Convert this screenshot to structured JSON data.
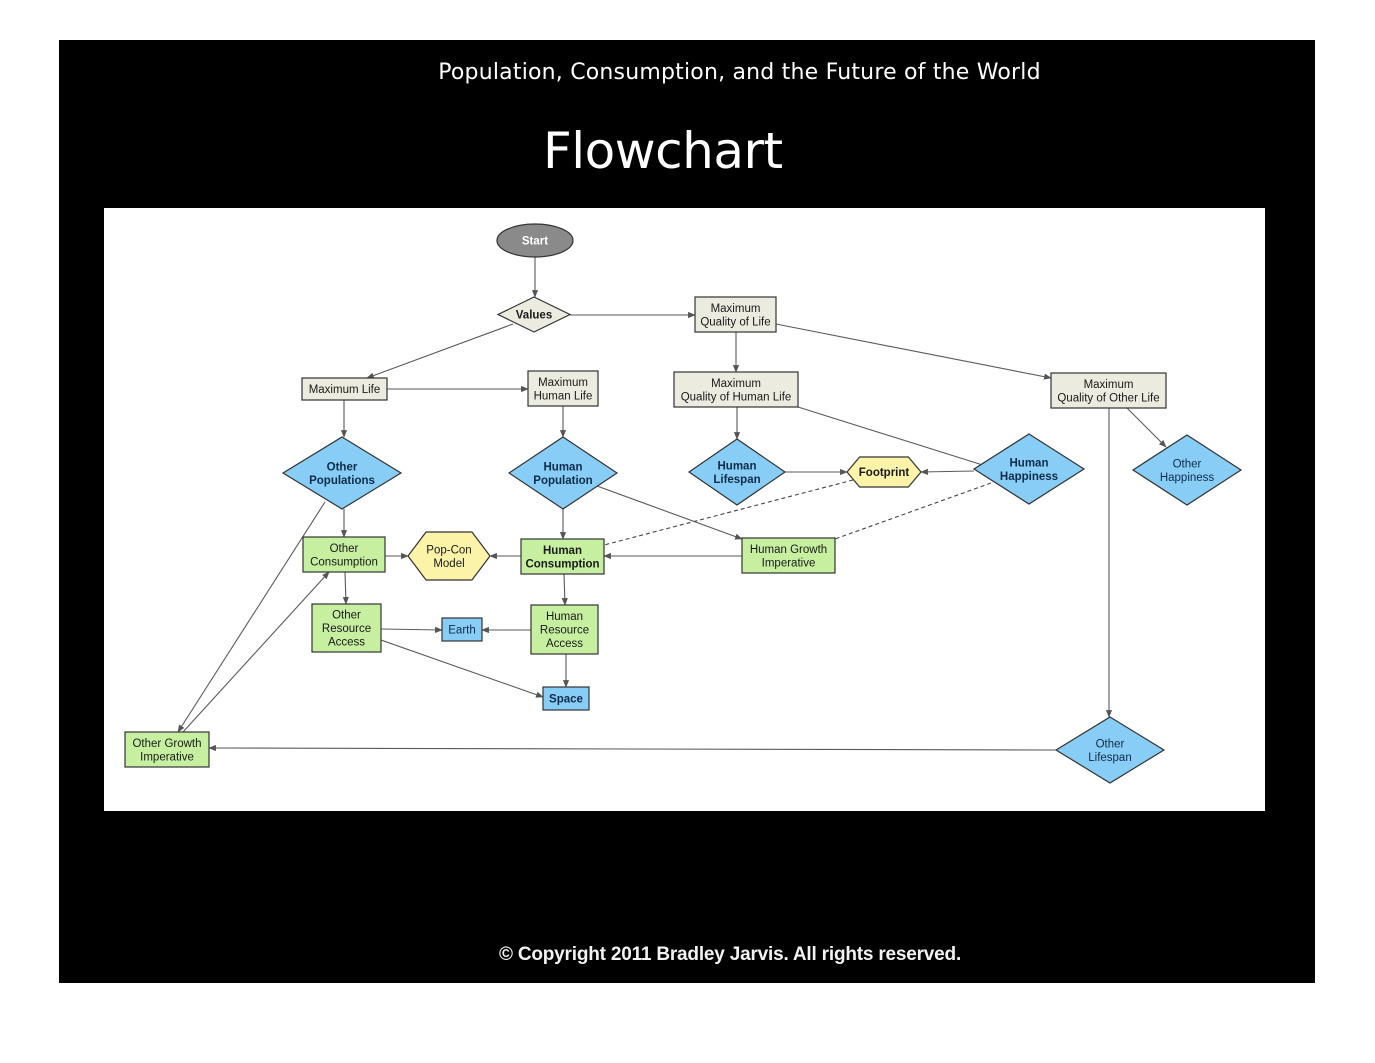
{
  "slide": {
    "subtitle": "Population, Consumption, and the Future of the World",
    "title": "Flowchart",
    "copyright": "© Copyright 2011 Bradley Jarvis.  All rights reserved."
  },
  "colors": {
    "frame": "#000000",
    "canvas": "#ffffff",
    "start_fill": "#8a8a8a",
    "beige_fill": "#ebebdf",
    "green_fill": "#c6f0a0",
    "blue_fill": "#87cdf5",
    "yellow_fill": "#fbf3a8",
    "stroke": "#333333"
  },
  "flowchart": {
    "nodes": [
      {
        "id": "start",
        "shape": "ellipse",
        "color": "start",
        "lines": [
          "Start"
        ],
        "bold": true
      },
      {
        "id": "values",
        "shape": "diamond",
        "color": "beige",
        "lines": [
          "Values"
        ],
        "bold": true
      },
      {
        "id": "max_quality_life",
        "shape": "rect",
        "color": "beige",
        "lines": [
          "Maximum",
          "Quality of Life"
        ],
        "bold": false
      },
      {
        "id": "max_life",
        "shape": "rect",
        "color": "beige",
        "lines": [
          "Maximum Life"
        ],
        "bold": false
      },
      {
        "id": "max_human_life",
        "shape": "rect",
        "color": "beige",
        "lines": [
          "Maximum",
          "Human Life"
        ],
        "bold": false
      },
      {
        "id": "max_quality_human_life",
        "shape": "rect",
        "color": "beige",
        "lines": [
          "Maximum",
          "Quality of Human Life"
        ],
        "bold": false
      },
      {
        "id": "max_quality_other_life",
        "shape": "rect",
        "color": "beige",
        "lines": [
          "Maximum",
          "Quality of Other Life"
        ],
        "bold": false
      },
      {
        "id": "other_populations",
        "shape": "diamond",
        "color": "blue",
        "lines": [
          "Other",
          "Populations"
        ],
        "bold": true
      },
      {
        "id": "human_population",
        "shape": "diamond",
        "color": "blue",
        "lines": [
          "Human",
          "Population"
        ],
        "bold": true
      },
      {
        "id": "human_lifespan",
        "shape": "diamond",
        "color": "blue",
        "lines": [
          "Human",
          "Lifespan"
        ],
        "bold": true
      },
      {
        "id": "footprint",
        "shape": "hexagon",
        "color": "yellow",
        "lines": [
          "Footprint"
        ],
        "bold": true
      },
      {
        "id": "human_happiness",
        "shape": "diamond",
        "color": "blue",
        "lines": [
          "Human",
          "Happiness"
        ],
        "bold": true
      },
      {
        "id": "other_happiness",
        "shape": "diamond",
        "color": "blue",
        "lines": [
          "Other",
          "Happiness"
        ],
        "bold": false
      },
      {
        "id": "other_consumption",
        "shape": "rect",
        "color": "green",
        "lines": [
          "Other",
          "Consumption"
        ],
        "bold": false
      },
      {
        "id": "pop_con_model",
        "shape": "hexagon",
        "color": "yellow",
        "lines": [
          "Pop-Con",
          "Model"
        ],
        "bold": false
      },
      {
        "id": "human_consumption",
        "shape": "rect",
        "color": "green",
        "lines": [
          "Human",
          "Consumption"
        ],
        "bold": true
      },
      {
        "id": "human_growth_imperative",
        "shape": "rect",
        "color": "green",
        "lines": [
          "Human Growth",
          "Imperative"
        ],
        "bold": false
      },
      {
        "id": "other_resource_access",
        "shape": "rect",
        "color": "green",
        "lines": [
          "Other",
          "Resource",
          "Access"
        ],
        "bold": false
      },
      {
        "id": "earth",
        "shape": "rect",
        "color": "blue",
        "lines": [
          "Earth"
        ],
        "bold": false
      },
      {
        "id": "human_resource_access",
        "shape": "rect",
        "color": "green",
        "lines": [
          "Human",
          "Resource",
          "Access"
        ],
        "bold": false
      },
      {
        "id": "space",
        "shape": "rect",
        "color": "blue",
        "lines": [
          "Space"
        ],
        "bold": true
      },
      {
        "id": "other_growth_imperative",
        "shape": "rect",
        "color": "green",
        "lines": [
          "Other Growth",
          "Imperative"
        ],
        "bold": false
      },
      {
        "id": "other_lifespan",
        "shape": "diamond",
        "color": "blue",
        "lines": [
          "Other",
          "Lifespan"
        ],
        "bold": false
      }
    ],
    "edges": [
      {
        "from": "start",
        "to": "values",
        "style": "solid"
      },
      {
        "from": "values",
        "to": "max_quality_life",
        "style": "solid"
      },
      {
        "from": "values",
        "to": "max_life",
        "style": "solid"
      },
      {
        "from": "max_quality_life",
        "to": "max_quality_human_life",
        "style": "solid"
      },
      {
        "from": "max_quality_life",
        "to": "max_quality_other_life",
        "style": "solid"
      },
      {
        "from": "max_life",
        "to": "max_human_life",
        "style": "solid"
      },
      {
        "from": "max_life",
        "to": "other_populations",
        "style": "solid"
      },
      {
        "from": "max_human_life",
        "to": "human_population",
        "style": "solid"
      },
      {
        "from": "max_quality_human_life",
        "to": "human_lifespan",
        "style": "solid"
      },
      {
        "from": "max_quality_human_life",
        "to": "human_happiness",
        "style": "solid"
      },
      {
        "from": "max_quality_other_life",
        "to": "other_happiness",
        "style": "solid"
      },
      {
        "from": "max_quality_other_life",
        "to": "other_lifespan",
        "style": "solid"
      },
      {
        "from": "human_lifespan",
        "to": "footprint",
        "style": "solid"
      },
      {
        "from": "human_happiness",
        "to": "footprint",
        "style": "solid"
      },
      {
        "from": "footprint",
        "to": "human_consumption",
        "style": "dashed"
      },
      {
        "from": "human_happiness",
        "to": "human_growth_imperative",
        "style": "dashed"
      },
      {
        "from": "other_populations",
        "to": "other_consumption",
        "style": "solid"
      },
      {
        "from": "other_populations",
        "to": "other_growth_imperative",
        "style": "solid"
      },
      {
        "from": "human_population",
        "to": "human_consumption",
        "style": "solid"
      },
      {
        "from": "human_population",
        "to": "human_growth_imperative",
        "style": "solid"
      },
      {
        "from": "human_growth_imperative",
        "to": "human_consumption",
        "style": "solid"
      },
      {
        "from": "other_consumption",
        "to": "pop_con_model",
        "style": "solid"
      },
      {
        "from": "human_consumption",
        "to": "pop_con_model",
        "style": "solid"
      },
      {
        "from": "other_consumption",
        "to": "other_resource_access",
        "style": "solid"
      },
      {
        "from": "human_consumption",
        "to": "human_resource_access",
        "style": "solid"
      },
      {
        "from": "other_resource_access",
        "to": "earth",
        "style": "solid"
      },
      {
        "from": "human_resource_access",
        "to": "earth",
        "style": "solid"
      },
      {
        "from": "other_resource_access",
        "to": "space",
        "style": "solid"
      },
      {
        "from": "human_resource_access",
        "to": "space",
        "style": "solid"
      },
      {
        "from": "other_growth_imperative",
        "to": "other_consumption",
        "style": "solid"
      },
      {
        "from": "other_lifespan",
        "to": "other_growth_imperative",
        "style": "solid"
      }
    ]
  }
}
